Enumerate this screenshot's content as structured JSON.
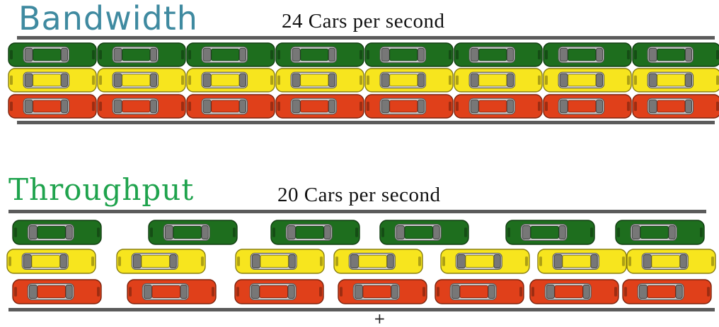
{
  "bandwidth": {
    "title": "Bandwidth",
    "rate": "24 Cars per second",
    "title_color": "#3f8aa0"
  },
  "throughput": {
    "title": "Throughput",
    "rate": "20 Cars per second",
    "title_color": "#1fa34d"
  },
  "car_colors": {
    "green": "#1e6e1e",
    "yellow": "#f7e51e",
    "red": "#e0401a"
  },
  "lanes": [
    "green",
    "yellow",
    "red"
  ],
  "bottom_mark": "+"
}
